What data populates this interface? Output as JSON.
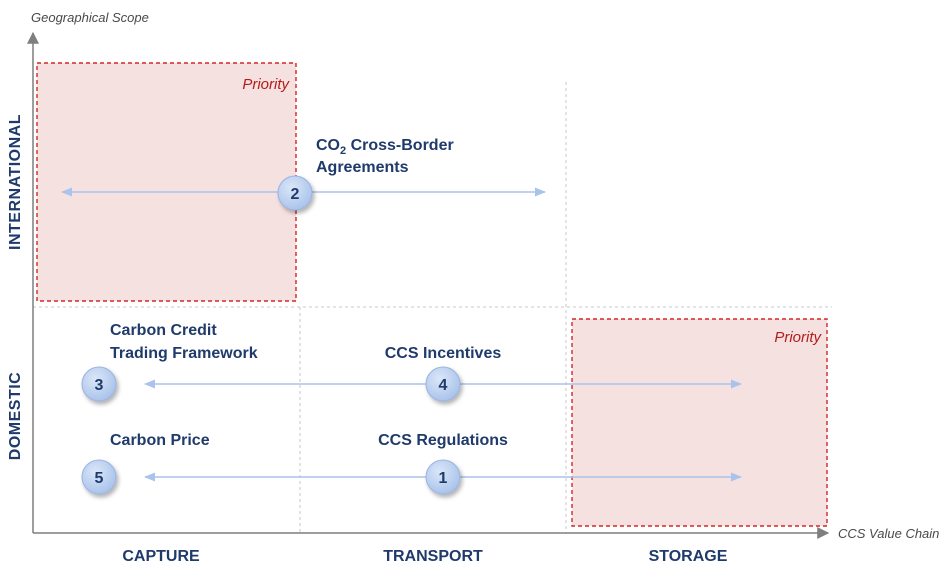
{
  "axes": {
    "y_title": "Geographical Scope",
    "x_title": "CCS Value Chain"
  },
  "rows": {
    "international": "INTERNATIONAL",
    "domestic": "DOMESTIC"
  },
  "columns": {
    "capture": "CAPTURE",
    "transport": "TRANSPORT",
    "storage": "STORAGE"
  },
  "priority_label": "Priority",
  "items": {
    "cross_border": {
      "number": "2",
      "line1_prefix": "CO",
      "line1_sub": "2",
      "line1_suffix": " Cross-Border",
      "line2": "Agreements"
    },
    "credit_trading": {
      "number": "3",
      "line1": "Carbon Credit",
      "line2": "Trading Framework"
    },
    "incentives": {
      "number": "4",
      "line1": "CCS Incentives"
    },
    "carbon_price": {
      "number": "5",
      "line1": "Carbon Price"
    },
    "regulations": {
      "number": "1",
      "line1": "CCS Regulations"
    }
  },
  "colors": {
    "axis": "#7f7f7f",
    "text": "#1f3a6b",
    "priority": "#b31b1b",
    "priority_fill": "#f6e1e1",
    "arrow": "#a9c4ec",
    "marker_fill": "#b9cdee"
  }
}
